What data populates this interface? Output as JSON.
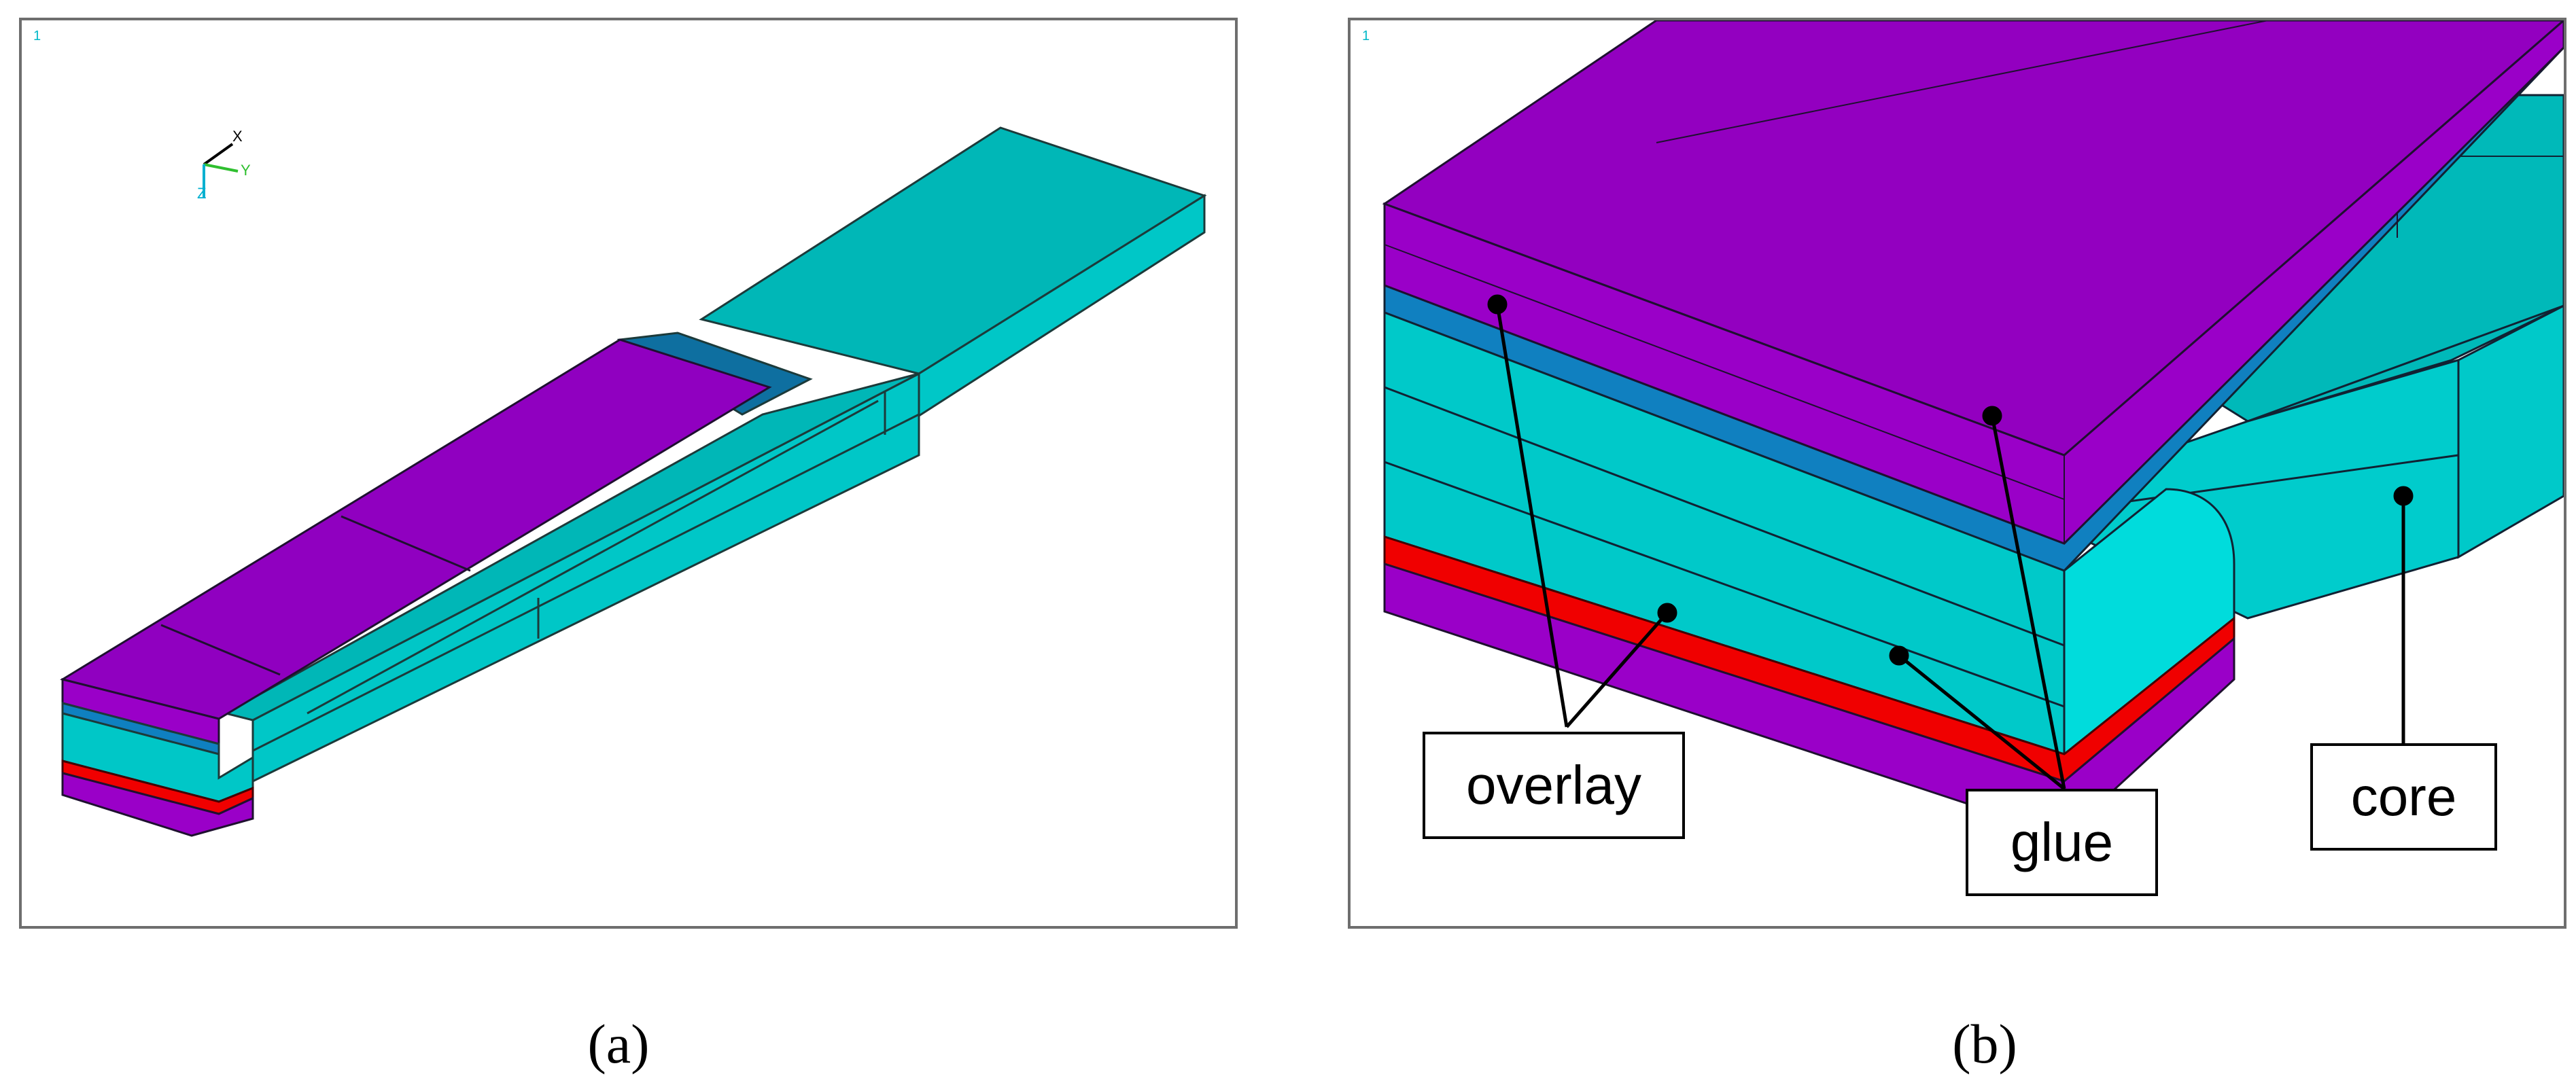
{
  "captions": {
    "a": "(a)",
    "b": "(b)"
  },
  "panel_a": {
    "marker": "1",
    "axis_labels": {
      "x": "X",
      "y": "Y",
      "z": "Z"
    }
  },
  "panel_b": {
    "marker": "1",
    "labels": {
      "overlay": "overlay",
      "glue": "glue",
      "core": "core"
    }
  },
  "colors": {
    "overlay": "#9400c2",
    "overlay_dark": "#7a00a2",
    "glue_top": "#0f80c0",
    "glue_red": "#f00000",
    "core": "#00c7c7",
    "core_dark": "#00adad",
    "edge": "#1c2a2a"
  }
}
